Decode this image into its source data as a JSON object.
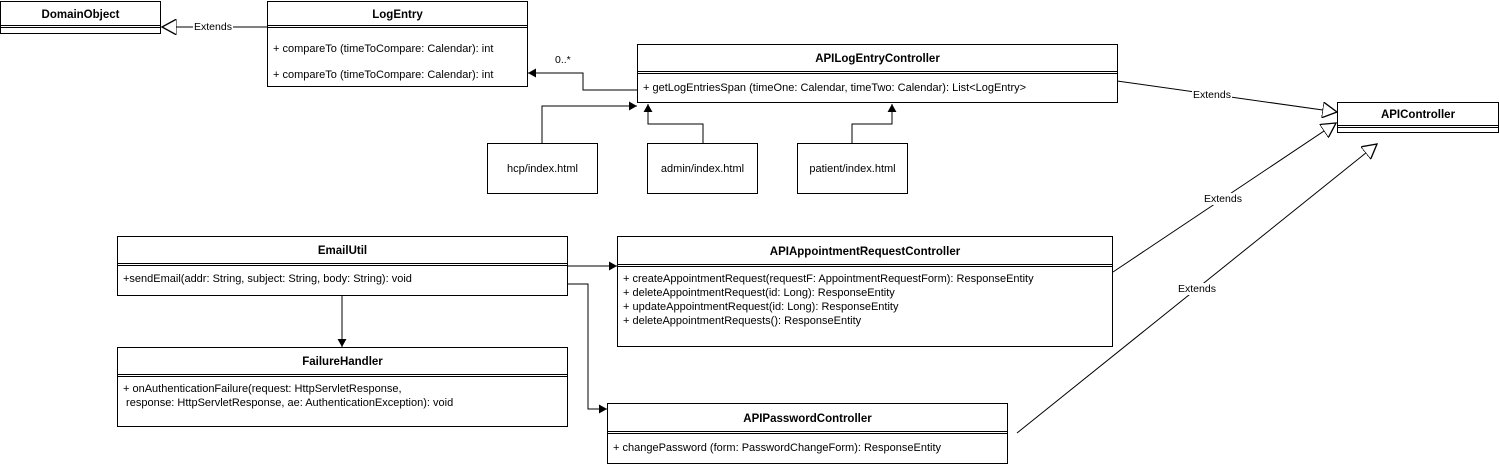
{
  "classes": {
    "domain_object": {
      "name": "DomainObject",
      "methods": []
    },
    "log_entry": {
      "name": "LogEntry",
      "methods": [
        "+ compareTo (timeToCompare: Calendar): int",
        "+ compareTo (timeToCompare: Calendar): int"
      ]
    },
    "api_log_entry_controller": {
      "name": "APILogEntryController",
      "methods": [
        "+ getLogEntriesSpan (timeOne: Calendar, timeTwo: Calendar): List<LogEntry>"
      ]
    },
    "api_controller": {
      "name": "APIController",
      "methods": []
    },
    "email_util": {
      "name": "EmailUtil",
      "methods": [
        "+sendEmail(addr: String, subject: String, body: String): void"
      ]
    },
    "failure_handler": {
      "name": "FailureHandler",
      "methods": [
        "+ onAuthenticationFailure(request: HttpServletResponse,",
        " response: HttpServletResponse, ae: AuthenticationException): void"
      ]
    },
    "api_appointment_request_controller": {
      "name": "APIAppointmentRequestController",
      "methods": [
        "+ createAppointmentRequest(requestF: AppointmentRequestForm): ResponseEntity",
        "+ deleteAppointmentRequest(id: Long): ResponseEntity",
        "+ updateAppointmentRequest(id: Long): ResponseEntity",
        "+ deleteAppointmentRequests(): ResponseEntity"
      ]
    },
    "api_password_controller": {
      "name": "APIPasswordController",
      "methods": [
        "+ changePassword (form: PasswordChangeForm): ResponseEntity"
      ]
    }
  },
  "pages": {
    "hcp": "hcp/index.html",
    "admin": "admin/index.html",
    "patient": "patient/index.html"
  },
  "edges": {
    "extends_label": "Extends",
    "multiplicity": "0..*"
  }
}
